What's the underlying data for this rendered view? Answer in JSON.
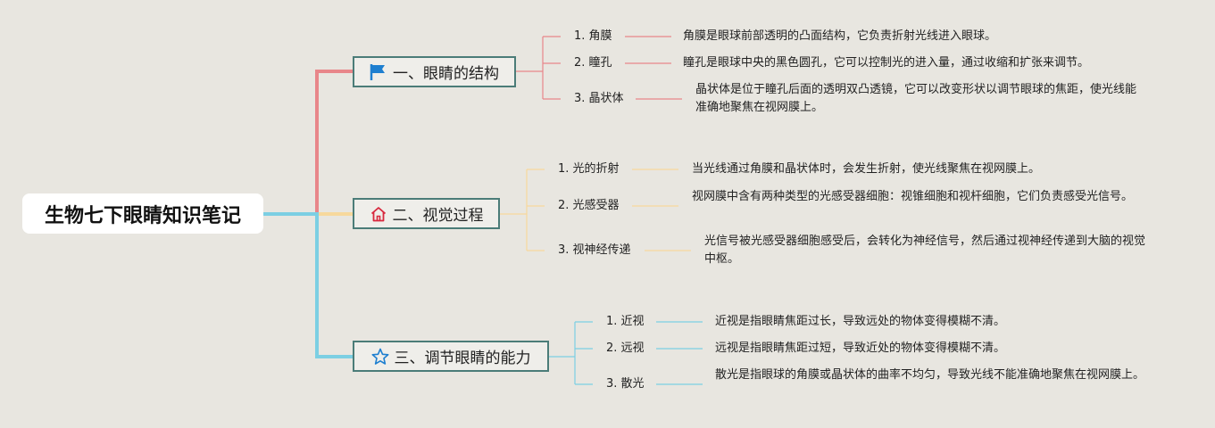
{
  "root": {
    "title": "生物七下眼睛知识笔记"
  },
  "branches": [
    {
      "label": "一、眼睛的结构",
      "icon": "flag-icon",
      "color": "#e8868a",
      "items": [
        {
          "label": "1. 角膜",
          "desc": "角膜是眼球前部透明的凸面结构，它负责折射光线进入眼球。"
        },
        {
          "label": "2. 瞳孔",
          "desc": "瞳孔是眼球中央的黑色圆孔，它可以控制光的进入量，通过收缩和扩张来调节。"
        },
        {
          "label": "3. 晶状体",
          "desc": "晶状体是位于瞳孔后面的透明双凸透镜，它可以改变形状以调节眼球的焦距，使光线能准确地聚焦在视网膜上。"
        }
      ]
    },
    {
      "label": "二、视觉过程",
      "icon": "home-icon",
      "color": "#f7d89c",
      "items": [
        {
          "label": "1. 光的折射",
          "desc": "当光线通过角膜和晶状体时，会发生折射，使光线聚焦在视网膜上。"
        },
        {
          "label": "2. 光感受器",
          "desc": "视网膜中含有两种类型的光感受器细胞：视锥细胞和视杆细胞，它们负责感受光信号。"
        },
        {
          "label": "3. 视神经传递",
          "desc": "光信号被光感受器细胞感受后，会转化为神经信号，然后通过视神经传递到大脑的视觉中枢。"
        }
      ]
    },
    {
      "label": "三、调节眼睛的能力",
      "icon": "star-icon",
      "color": "#7ccfe3",
      "items": [
        {
          "label": "1. 近视",
          "desc": "近视是指眼睛焦距过长，导致远处的物体变得模糊不清。"
        },
        {
          "label": "2. 远视",
          "desc": "远视是指眼睛焦距过短，导致近处的物体变得模糊不清。"
        },
        {
          "label": "3. 散光",
          "desc": "散光是指眼球的角膜或晶状体的曲率不均匀，导致光线不能准确地聚焦在视网膜上。"
        }
      ]
    }
  ]
}
